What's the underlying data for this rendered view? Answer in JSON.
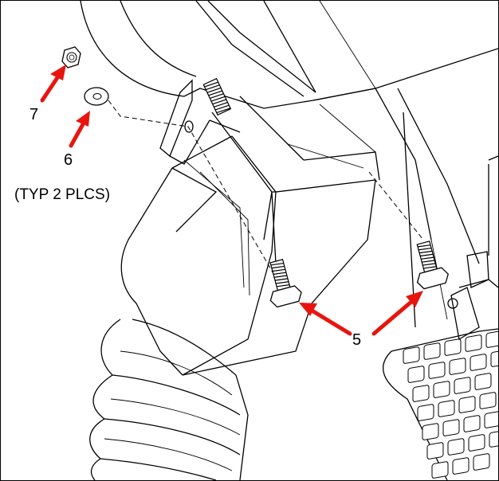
{
  "callouts": {
    "nut": "7",
    "washer": "6",
    "washer_note": "(TYP 2 PLCS)",
    "bolt": "5"
  },
  "colors": {
    "arrow": "#e8150f",
    "line": "#000000",
    "background": "#ffffff"
  },
  "parts": [
    "nut-icon",
    "washer-icon",
    "bolt-icon",
    "bolt-icon",
    "pedal-icon",
    "bellows-boot-icon"
  ]
}
